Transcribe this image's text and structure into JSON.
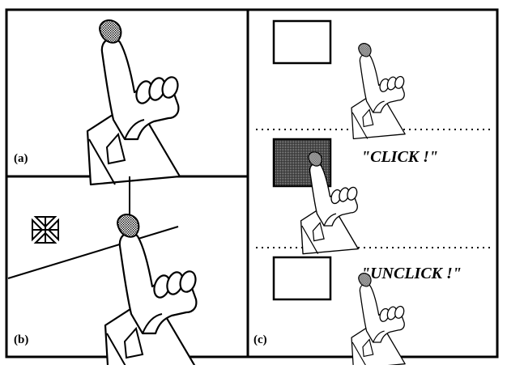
{
  "panels": {
    "a": {
      "label": "(a)"
    },
    "b": {
      "label": "(b)"
    },
    "c": {
      "label": "(c)",
      "click_text": "\"CLICK !\"",
      "unclick_text": "\"UNCLICK !\""
    }
  },
  "colors": {
    "ink": "#000000",
    "stipple": "#555555",
    "background": "#ffffff"
  }
}
